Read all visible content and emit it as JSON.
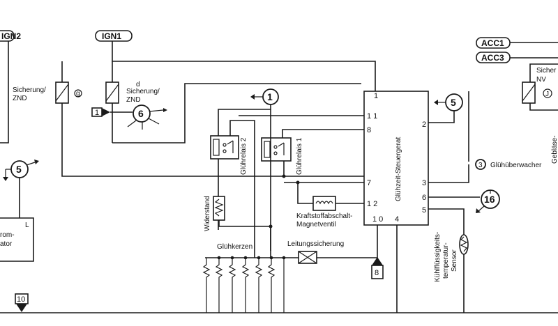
{
  "supply_labels": {
    "ign2": "IGN2",
    "ign1": "IGN1",
    "acc1": "ACC1",
    "acc3": "ACC3"
  },
  "fuses": {
    "sicherung_zn_left": "Sicherung/",
    "zn_left": "ZND",
    "fuse_left_letter": "g",
    "sicherung_zn_mid": "Sicherung/",
    "zn_mid": "ZND",
    "fuse_mid_letter": "d",
    "sicherung_nv": "Sicher",
    "nv": "NV",
    "fuse_right_letter": "J"
  },
  "connectors": {
    "c1": "1",
    "c5_top": "5",
    "c6": "6",
    "c1_flag": "1",
    "c5_left": "5",
    "c16": "16",
    "c8": "8",
    "c10": "10",
    "c3": "3"
  },
  "components": {
    "relay2": "Glührelais 2",
    "relay1": "Glührelais 1",
    "controller": "Glühzeit-Steuergerat",
    "resistor": "Widerstand",
    "solenoid_1": "Kraftstoffabschalt-",
    "solenoid_2": "Magnetventil",
    "glow_plugs": "Glühkerzen",
    "line_fuse": "Leitungssicherung",
    "monitor": "Glühüberwacher",
    "sensor_1": "Kühlflüssigkeits-",
    "sensor_2": "temperatur-",
    "sensor_3": "Sensor",
    "left_box_pin": "L",
    "left_box_1": "rom-",
    "left_box_2": "ator",
    "right_label": "Gebläse-"
  },
  "pins": {
    "p1": "1",
    "p11": "1 1",
    "p8": "8",
    "p7": "7",
    "p12": "1 2",
    "p10": "1 0",
    "p4": "4",
    "p2": "2",
    "p3": "3",
    "p6": "6",
    "p5": "5"
  }
}
